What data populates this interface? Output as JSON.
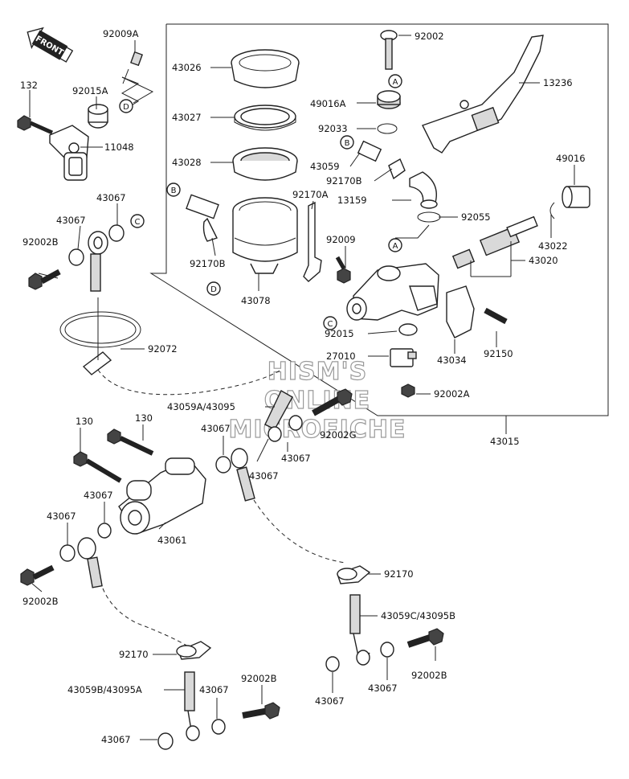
{
  "direction": "FRONT",
  "watermark": [
    "HISM'S",
    "ONLINE",
    "MICROFICHE"
  ],
  "parts": {
    "p92009A": "92009A",
    "p92015A": "92015A",
    "p132": "132",
    "p11048": "11048",
    "p43067a": "43067",
    "p43067b": "43067",
    "p92002Ba": "92002B",
    "p92072": "92072",
    "p43026": "43026",
    "p43027": "43027",
    "p43028": "43028",
    "p92170B1": "92170B",
    "p43078": "43078",
    "p92170A": "92170A",
    "p92009": "92009",
    "p92002": "92002",
    "p49016A": "49016A",
    "p92033": "92033",
    "p43059": "43059",
    "p92170B2": "92170B",
    "p13159": "13159",
    "p92055": "92055",
    "p13236": "13236",
    "p49016": "49016",
    "p43022": "43022",
    "p43020": "43020",
    "p92015": "92015",
    "p43034": "43034",
    "p92150": "92150",
    "p27010": "27010",
    "p92002A": "92002A",
    "p43015": "43015",
    "p43059A": "43059A/43095",
    "p92002G": "92002G",
    "p43067c": "43067",
    "p43067d": "43067",
    "p43067e": "43067",
    "p130a": "130",
    "p130b": "130",
    "p43067f": "43067",
    "p43067g": "43067",
    "p43061": "43061",
    "p92002Bb": "92002B",
    "p92170a": "92170",
    "p43059C": "43059C/43095B",
    "p92002Bc": "92002B",
    "p43067h": "43067",
    "p43067i": "43067",
    "p92170b": "92170",
    "p43059B": "43059B/43095A",
    "p43067j": "43067",
    "p92002Bd": "92002B",
    "p43067k": "43067"
  },
  "callouts": {
    "a1": "A",
    "a2": "A",
    "b1": "B",
    "b2": "B",
    "c1": "C",
    "c2": "C",
    "d1": "D",
    "d2": "D"
  }
}
